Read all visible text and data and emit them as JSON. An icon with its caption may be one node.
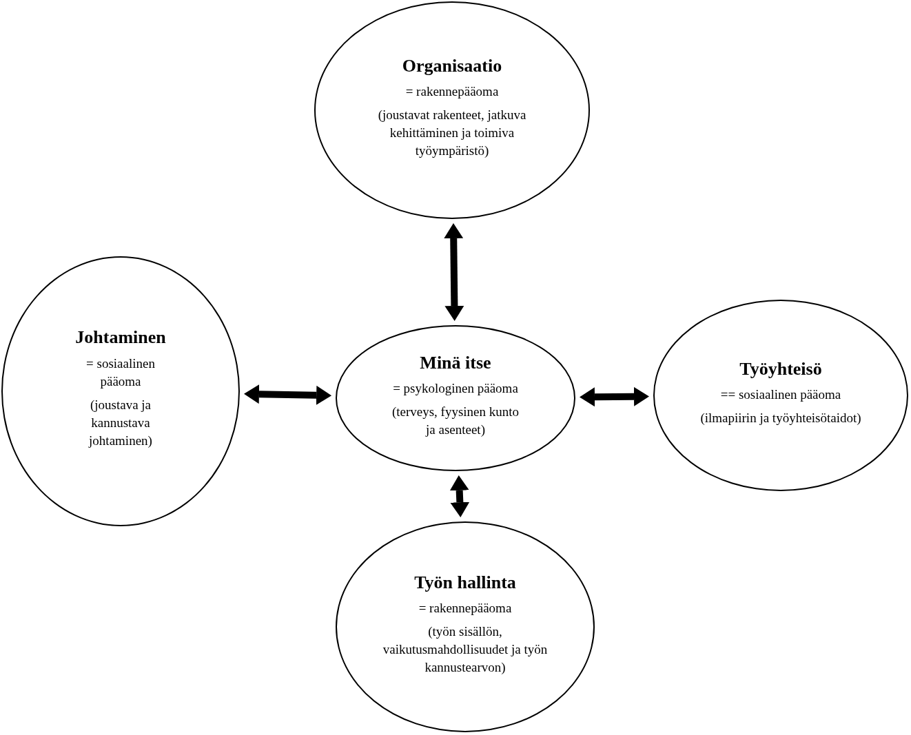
{
  "diagram": {
    "nodes": [
      {
        "text": [
          "Organisaatio",
          "= rakennepääoma",
          "(joustavat rakenteet, jatkuva kehittäminen ja toimiva työympäristö)"
        ]
      },
      {
        "text": [
          "Johtaminen",
          "= sosiaalinen pääoma",
          "(joustava ja kannustava johtaminen)"
        ]
      },
      {
        "text": [
          "Minä itse",
          "= psykologinen pääoma",
          "(terveys, fyysinen kunto ja asenteet)"
        ]
      },
      {
        "text": [
          "Työyhteisö",
          "== sosiaalinen pääoma",
          "(ilmapiirin ja työyhteisötaidot)"
        ]
      },
      {
        "text": [
          "Työn hallinta",
          "= rakennepääoma",
          "(työn sisällön, vaikutusmahdollisuudet ja työn kannustearvon)"
        ]
      }
    ],
    "edges": [
      {
        "from": 2,
        "to": 0,
        "arrow": "both"
      },
      {
        "from": 2,
        "to": 1,
        "arrow": "both"
      },
      {
        "from": 2,
        "to": 3,
        "arrow": "both"
      },
      {
        "from": 2,
        "to": 4,
        "arrow": "both"
      }
    ]
  }
}
